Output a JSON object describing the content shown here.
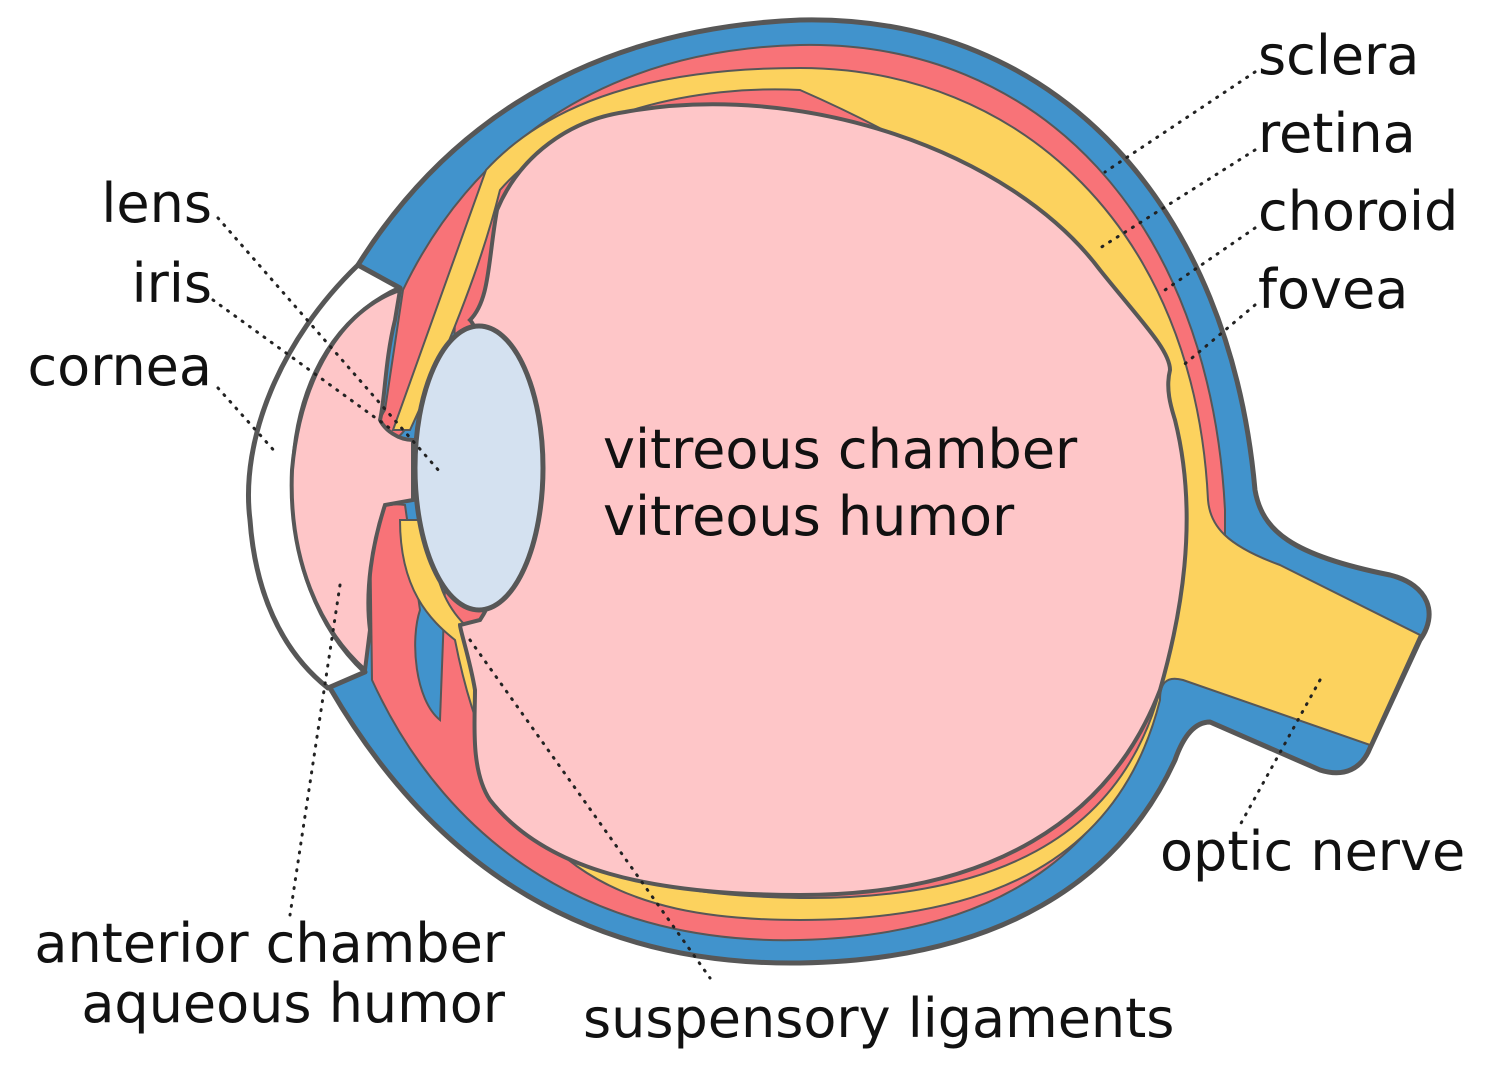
{
  "diagram": {
    "labels": {
      "sclera": "sclera",
      "retina": "retina",
      "choroid": "choroid",
      "fovea": "fovea",
      "lens": "lens",
      "iris": "iris",
      "cornea": "cornea",
      "vitreous_line1": "vitreous chamber",
      "vitreous_line2": "vitreous humor",
      "anterior_line1": "anterior chamber",
      "anterior_line2": "aqueous humor",
      "suspensory": "suspensory ligaments",
      "optic_nerve": "optic nerve"
    },
    "colors": {
      "sclera": "#4193cc",
      "choroid": "#f87378",
      "retina": "#fcd25e",
      "humor": "#fec6c8",
      "lens": "#d4e1f0",
      "outline": "#575757",
      "cornea": "#ffffff"
    }
  }
}
